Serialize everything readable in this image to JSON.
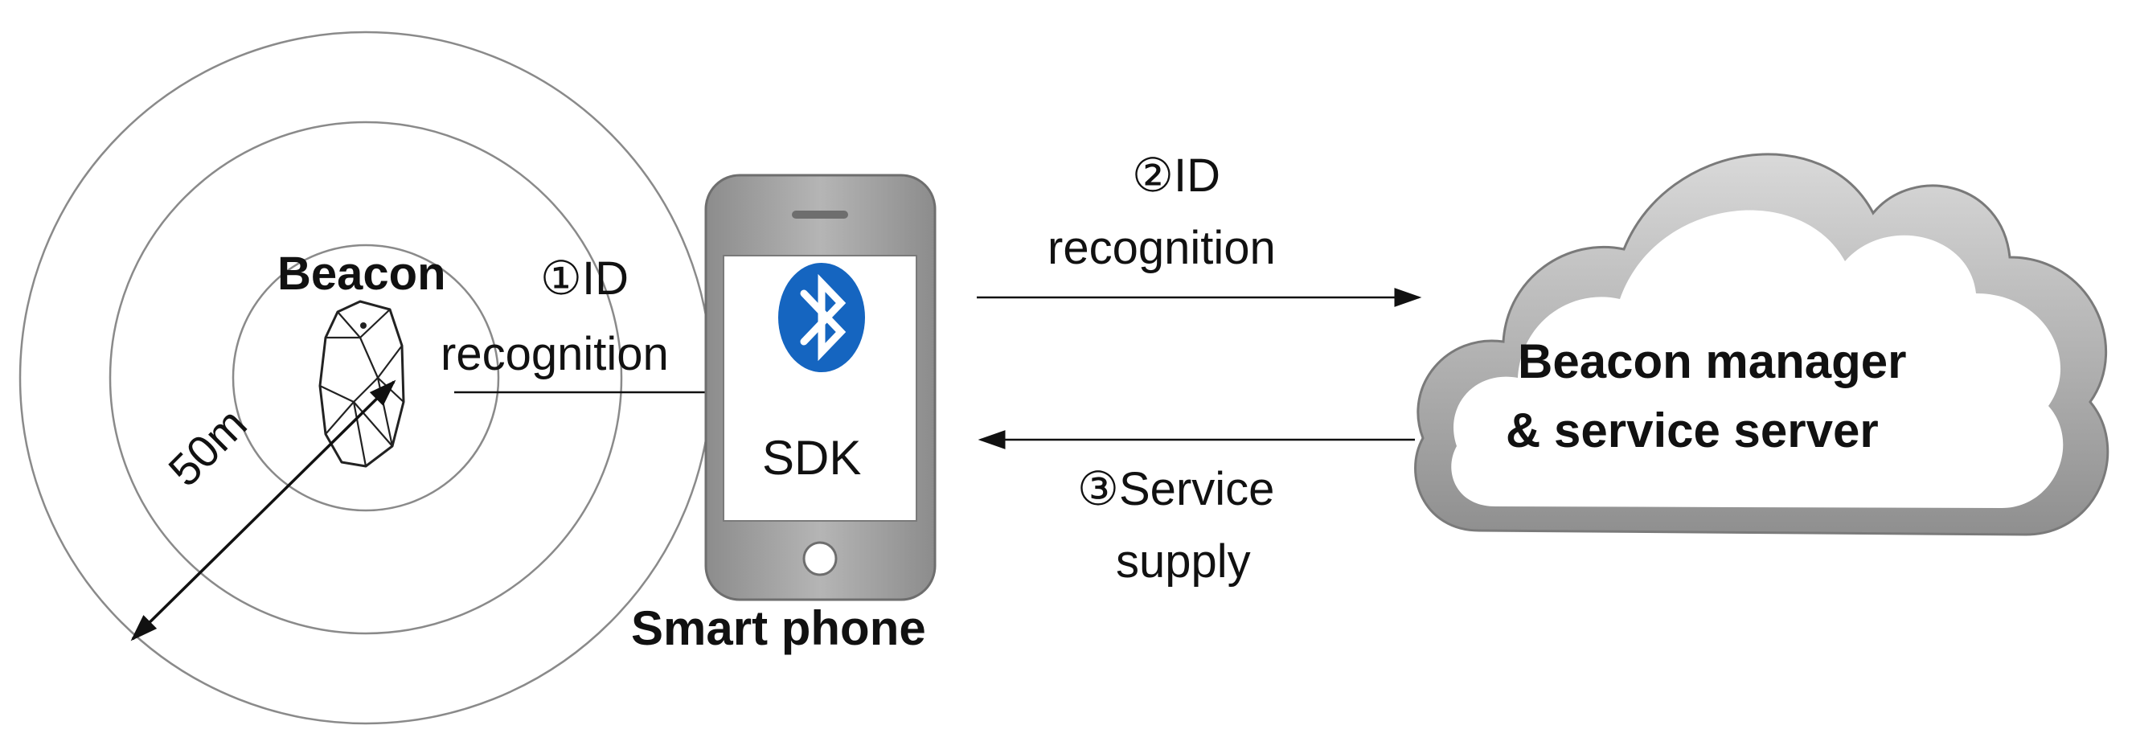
{
  "beacon": {
    "label": "Beacon",
    "range_label": "50m"
  },
  "smartphone": {
    "label": "Smart phone",
    "sdk_label": "SDK",
    "icon": "bluetooth-icon"
  },
  "server": {
    "line1": "Beacon manager",
    "line2": "& service server",
    "icon": "cloud-icon"
  },
  "steps": [
    {
      "number": "①",
      "line1": "ID",
      "line2": "recognition"
    },
    {
      "number": "②",
      "line1": "ID",
      "line2": "recognition"
    },
    {
      "number": "③",
      "line1": "Service",
      "line2": "supply"
    }
  ],
  "colors": {
    "bluetooth": "#1565c0",
    "phone_body": "#9a9a9a",
    "cloud_outline": "#8a8a8a",
    "lines": "#111111"
  }
}
